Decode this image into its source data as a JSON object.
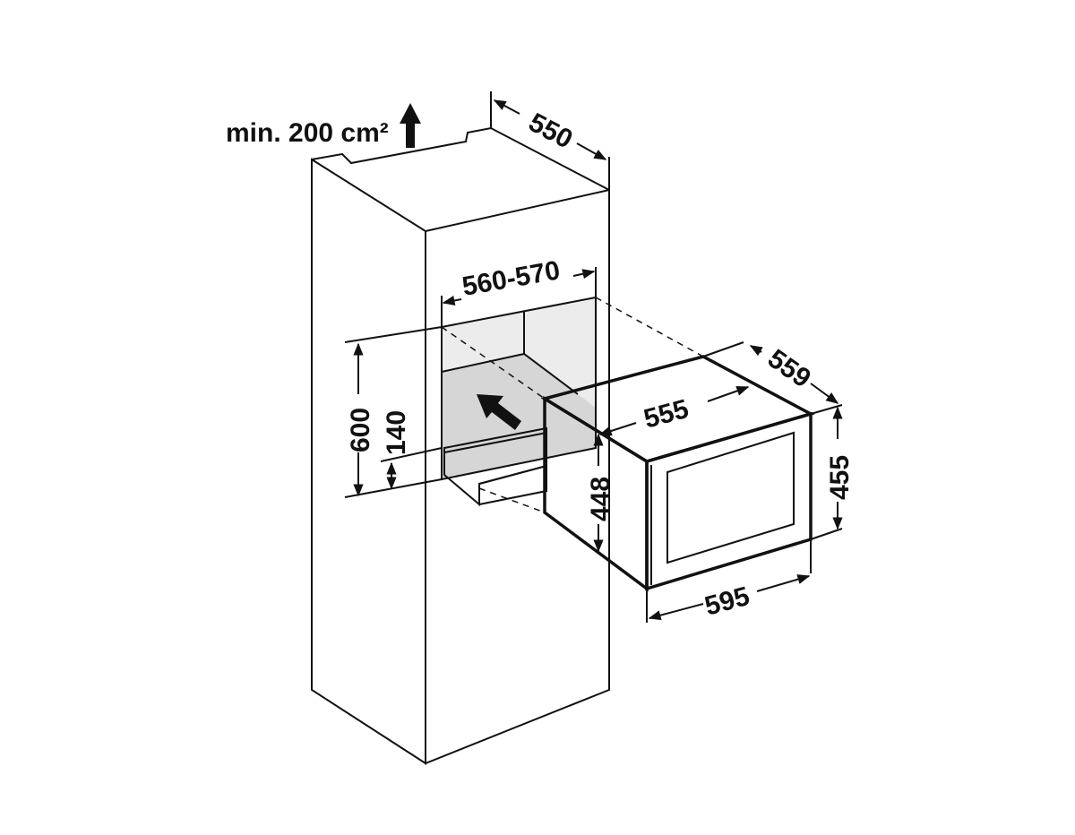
{
  "diagram": {
    "ventilation_label": "min. 200 cm²",
    "dimensions": {
      "cabinet_depth": "550",
      "niche_width": "560-570",
      "niche_height": "600",
      "drawer_height": "140",
      "appliance_depth_body": "555",
      "appliance_depth_total": "559",
      "appliance_body_height": "448",
      "appliance_front_height": "455",
      "appliance_width": "595"
    },
    "colors": {
      "line": "#111111",
      "niche_interior": "#d9d9d9",
      "niche_back": "#ececec"
    }
  }
}
